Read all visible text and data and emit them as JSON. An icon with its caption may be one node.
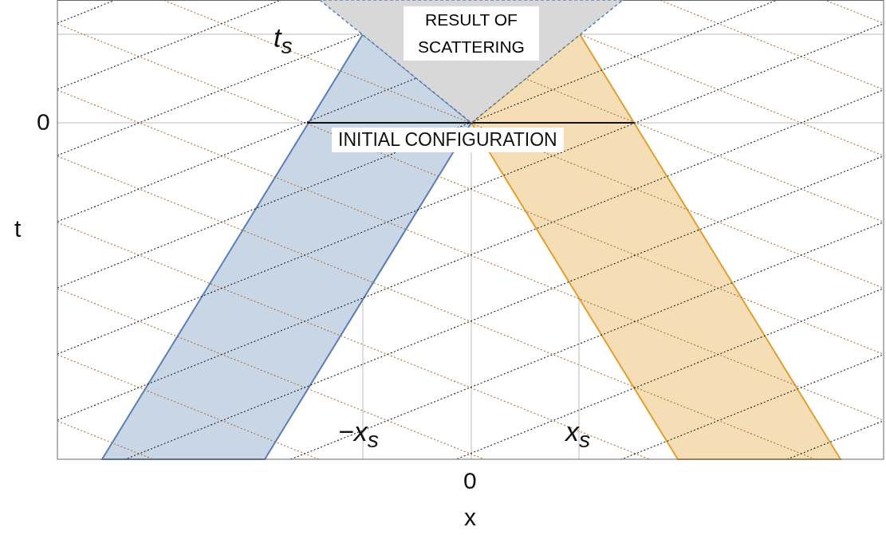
{
  "diagram": {
    "nodes": [
      {
        "text": [
          "RESULT OF SCATTERING"
        ]
      }
    ],
    "labels": [
      "t$_{s}$",
      "0",
      "INITIAL CONFIGURATION",
      "t",
      "−x$_{s}$",
      "x$_{s}$",
      "0",
      "x"
    ]
  }
}
